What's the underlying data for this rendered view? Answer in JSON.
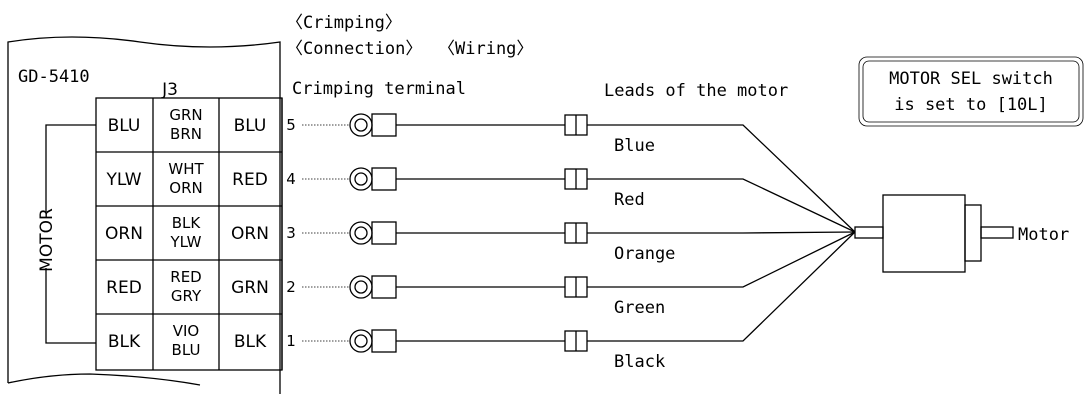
{
  "board": {
    "name": "GD-5410",
    "connector": "J3",
    "side_label": "MOTOR"
  },
  "headers": {
    "crimping": "〈Crimping〉",
    "connection": "〈Connection〉",
    "wiring": "〈Wiring〉",
    "crimping_terminal": "Crimping terminal",
    "leads": "Leads of the motor"
  },
  "note": {
    "line1": "MOTOR SEL switch",
    "line2": "is set to [10L]"
  },
  "motor_label": "Motor",
  "rows": [
    {
      "left": "BLU",
      "mid1": "GRN",
      "mid2": "BRN",
      "right": "BLU",
      "pin": "5",
      "lead": "Blue"
    },
    {
      "left": "YLW",
      "mid1": "WHT",
      "mid2": "ORN",
      "right": "RED",
      "pin": "4",
      "lead": "Red"
    },
    {
      "left": "ORN",
      "mid1": "BLK",
      "mid2": "YLW",
      "right": "ORN",
      "pin": "3",
      "lead": "Orange"
    },
    {
      "left": "RED",
      "mid1": "RED",
      "mid2": "GRY",
      "right": "GRN",
      "pin": "2",
      "lead": "Green"
    },
    {
      "left": "BLK",
      "mid1": "VIO",
      "mid2": "BLU",
      "right": "BLK",
      "pin": "1",
      "lead": "Black"
    }
  ]
}
